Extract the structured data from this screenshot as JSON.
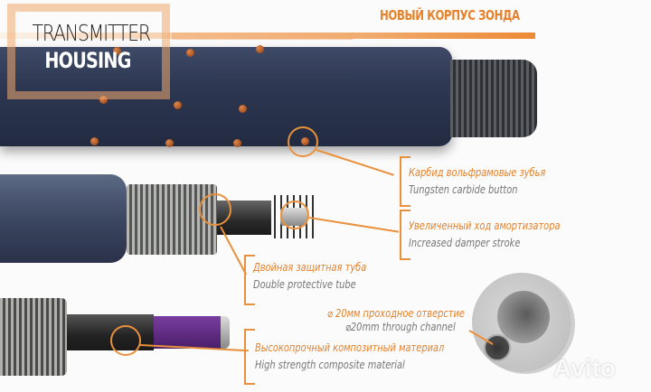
{
  "title": {
    "line1": "TRANSMITTER",
    "line2": "HOUSING"
  },
  "heading": "НОВЫЙ КОРПУС ЗОНДА",
  "callouts": [
    {
      "ru": "Карбид вольфрамовые зубья",
      "en": "Tungsten carbide button"
    },
    {
      "ru": "Увеличенный ход амортизатора",
      "en": "Increased damper stroke"
    },
    {
      "ru": "Двойная защитная туба",
      "en": "Double protective tube"
    },
    {
      "ru": "⌀ 20мм проходное отверстие",
      "en": "⌀20mm through channel"
    },
    {
      "ru": "Высокопрочный композитный материал",
      "en": "High strength composite material"
    }
  ],
  "watermark": "Avito",
  "colors": {
    "accent": "#e9903c",
    "pipe": "#2d3752",
    "purple": "#5a2a80"
  }
}
